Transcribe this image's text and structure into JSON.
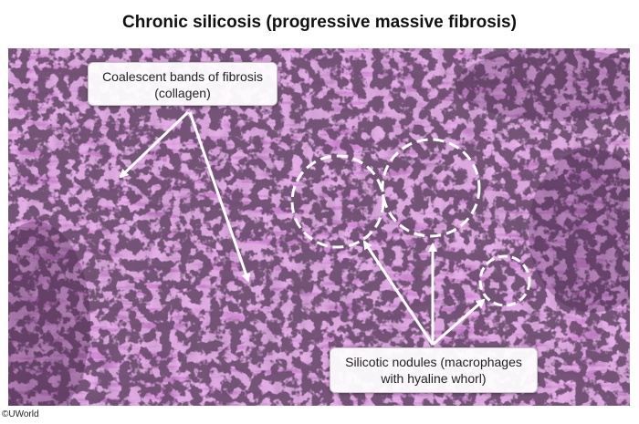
{
  "title": "Chronic silicosis (progressive massive fibrosis)",
  "callouts": {
    "fibrosis": {
      "line1": "Coalescent bands of fibrosis",
      "line2": "(collagen)"
    },
    "nodules": {
      "line1": "Silicotic nodules (macrophages",
      "line2": "with hyaline whorl)"
    }
  },
  "credit": "©UWorld",
  "colors": {
    "stroma": "#a24fa6",
    "stroma_dark": "#6e2f73",
    "pigment": "#241226",
    "annotation": "#ffffff"
  }
}
